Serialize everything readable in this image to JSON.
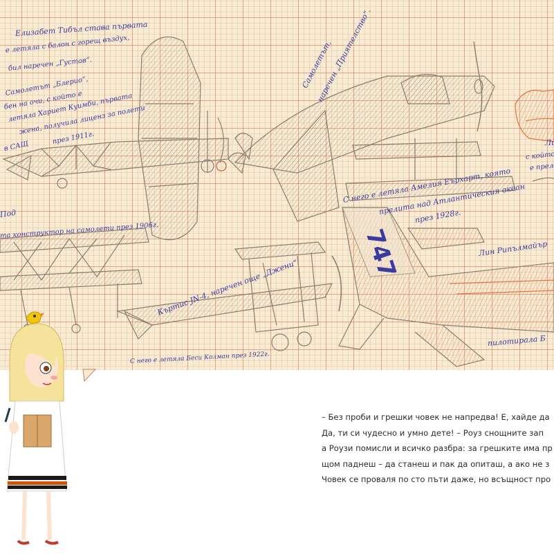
{
  "notes": {
    "tibl_1": "Елизабет Тибъл става първата",
    "tibl_2": "е летяла с балон с горещ въздух,",
    "tibl_3": "бил наречен „Густав“.",
    "bleriot_1": "Самолетът „Блерио“,",
    "bleriot_2": "бен на очи, с който е",
    "bleriot_3": "летяла Хариет Куимби, първата",
    "bleriot_4": "жена, получила лиценз за полети",
    "bleriot_5": "в САЩ",
    "bleriot_6": "през 1911г.",
    "friendship_1": "Самолетът,",
    "friendship_2": "наречен „Приятелство“.",
    "earhart_1": "С него е летяла Амелия Еърхарт, която",
    "earhart_2": "прелита над Атлантическия океан",
    "earhart_3": "през 1928г.",
    "right_1": "Ли",
    "right_2": "с който е",
    "right_3": "е прелет",
    "constructor_1": "Под",
    "constructor_2": "та конструктор на самолети през 1906г.",
    "curtiss_1": "Къртис JN-4, наречен още „Джени“",
    "curtiss_2": "С него е летяла Беси Колман през 1922г.",
    "lynn_1": "Лин Рипълмайър",
    "lynn_2": "пилотирала Б",
    "tail_code": "747"
  },
  "story": {
    "line1": "– Без проби и грешки човек не напредва! Е, хайде да",
    "line2": "Да, ти си чудесно и умно дете! – Роуз снощните зап",
    "line3": "а Роузи помисли и всичко разбра: за грешките има пр",
    "line4": "щом паднеш – да станеш и пак да опиташ, а ако не з",
    "line5": "Човек се проваля по сто пъти даже, но всъщност про"
  },
  "colors": {
    "paper": "#f7ecd2",
    "grid": "#d4785f",
    "pencil": "#8a7d6e",
    "ink": "#3a3aa0",
    "orange": "#e0743f"
  }
}
